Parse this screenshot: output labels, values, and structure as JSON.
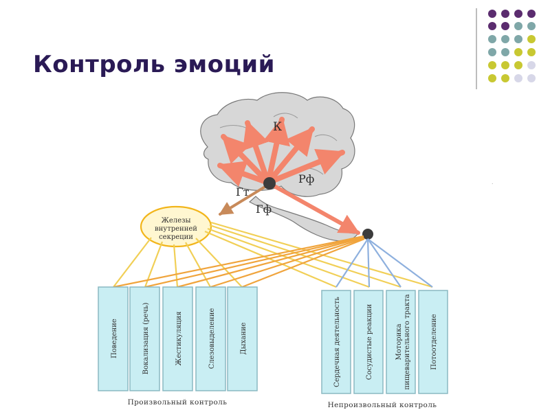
{
  "slide": {
    "title": "Контроль эмоций"
  },
  "diagram": {
    "brain_labels": {
      "k": "К",
      "rf": "Рф",
      "gt": "Гт",
      "gf": "Гф"
    },
    "gland_label_lines": [
      "Железы",
      "внутренней",
      "секреции"
    ],
    "voluntary_boxes": [
      "Поведение",
      "Вокализация (речь)",
      "Жестикуляция",
      "Слезовыделение",
      "Дыхание"
    ],
    "involuntary_boxes": [
      [
        "Сердечная деятельность"
      ],
      [
        "Сосудистые реакции"
      ],
      [
        "Моторика",
        "пищеварительного тракта"
      ],
      [
        "Потоотделение"
      ]
    ],
    "group_labels": {
      "voluntary": "Произвольный контроль",
      "involuntary": "Непроизвольный контроль"
    }
  },
  "colors": {
    "title": "#2a1a55",
    "dot_purple": "#5b2c6f",
    "dot_teal": "#7fa7a8",
    "dot_olive": "#c8c832",
    "dot_lavender": "#d7d7e8",
    "box_fill": "#c9eef3",
    "box_stroke": "#8ab8c2",
    "gland_fill": "#fff7d1",
    "gland_stroke": "#f2b51a",
    "line_orange": "#f0a43c",
    "line_yellow": "#f1cf56",
    "line_blue": "#8eb0de",
    "brain_fill": "#d7d7d7",
    "arrow_fill": "#f3856c"
  }
}
